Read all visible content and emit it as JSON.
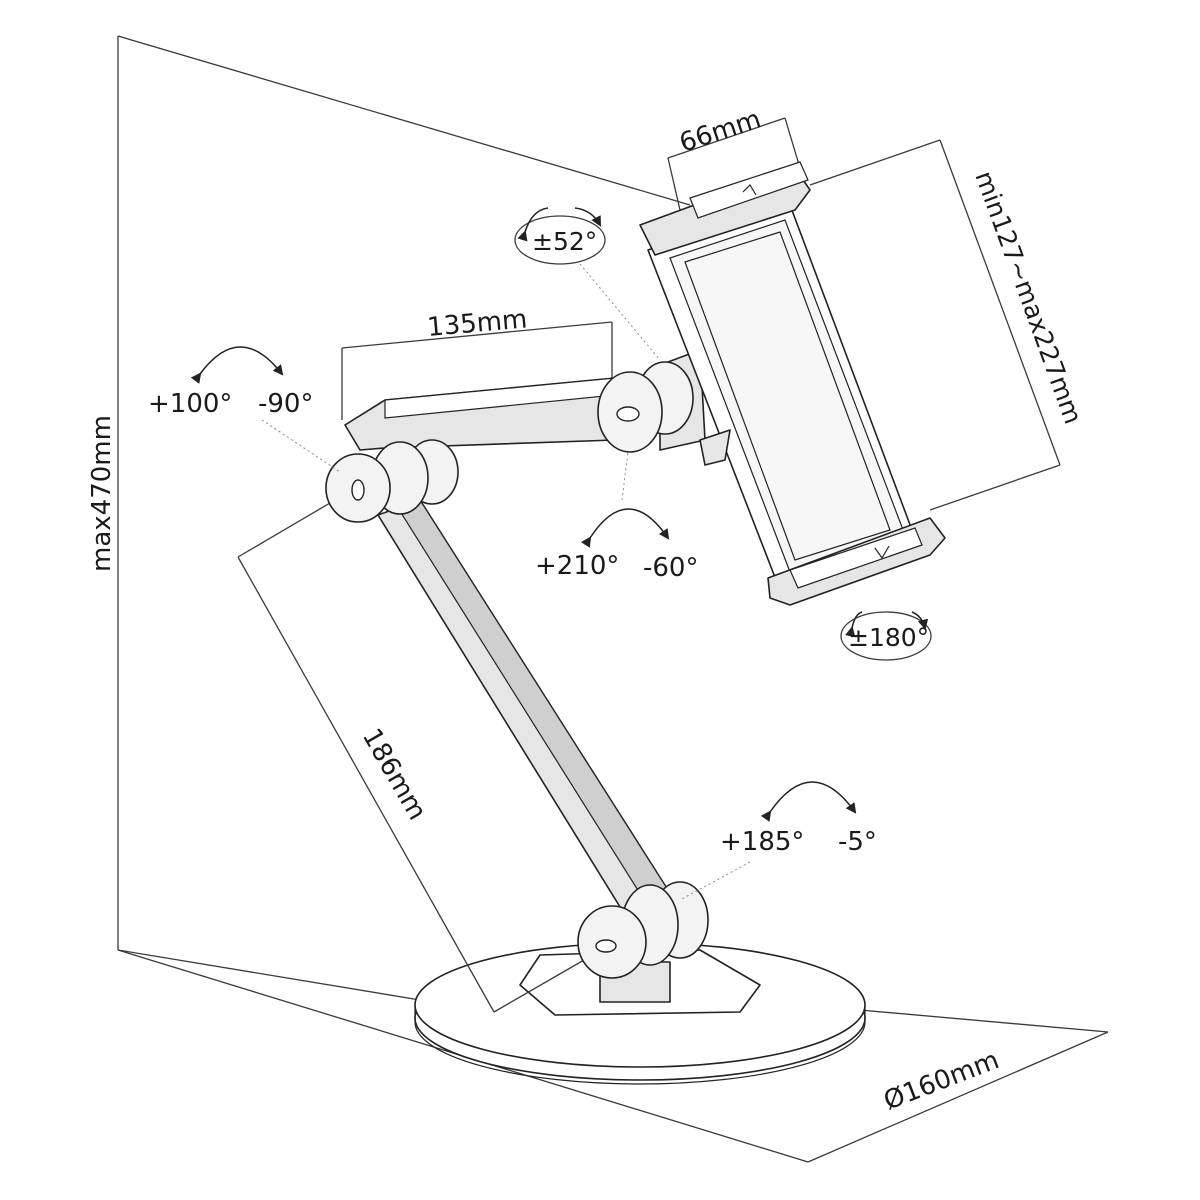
{
  "dimensions": {
    "height_max": "max470mm",
    "lower_arm": "186mm",
    "upper_arm": "135mm",
    "holder_depth": "66mm",
    "holder_range": "min127~max227mm",
    "base_diameter": "Ø160mm"
  },
  "rotations": {
    "tilt": "±52°",
    "elbow_plus": "+100°",
    "elbow_minus": "-90°",
    "head_plus": "+210°",
    "head_minus": "-60°",
    "swivel": "±180°",
    "base_plus": "+185°",
    "base_minus": "-5°"
  }
}
